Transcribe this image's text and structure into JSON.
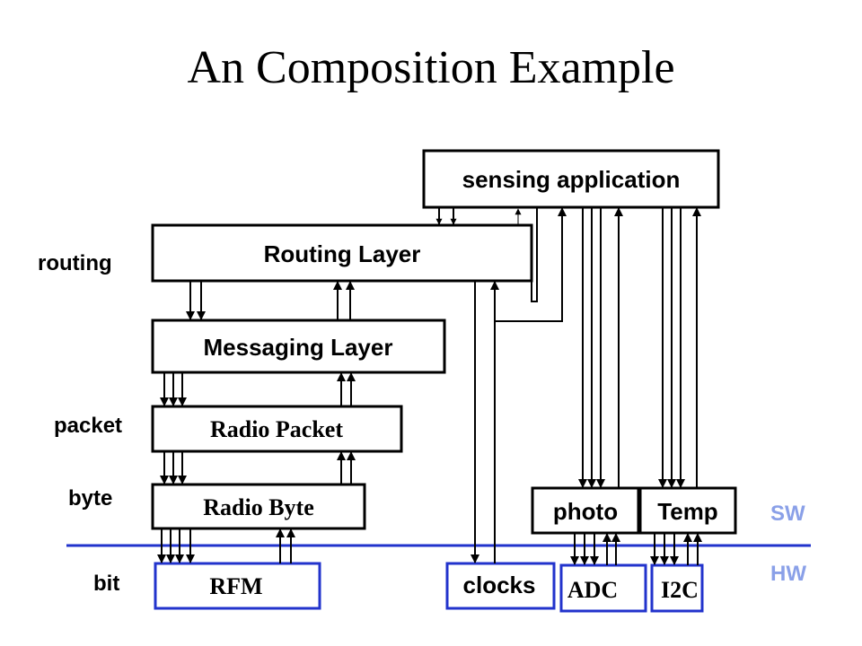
{
  "title": "An Composition Example",
  "labels": {
    "routing": "routing",
    "packet": "packet",
    "byte": "byte",
    "bit": "bit",
    "sw": "SW",
    "hw": "HW"
  },
  "boxes": {
    "sensing_application": "sensing application",
    "routing_layer": "Routing Layer",
    "messaging_layer": "Messaging Layer",
    "radio_packet": "Radio Packet",
    "radio_byte": "Radio Byte",
    "rfm": "RFM",
    "clocks": "clocks",
    "adc": "ADC",
    "i2c": "I2C",
    "photo": "photo",
    "temp": "Temp"
  },
  "colors": {
    "line": "#000000",
    "hw_border": "#2233cc",
    "sw_hw_divider": "#2233cc",
    "sw_hw_text": "#8aa0e8"
  }
}
